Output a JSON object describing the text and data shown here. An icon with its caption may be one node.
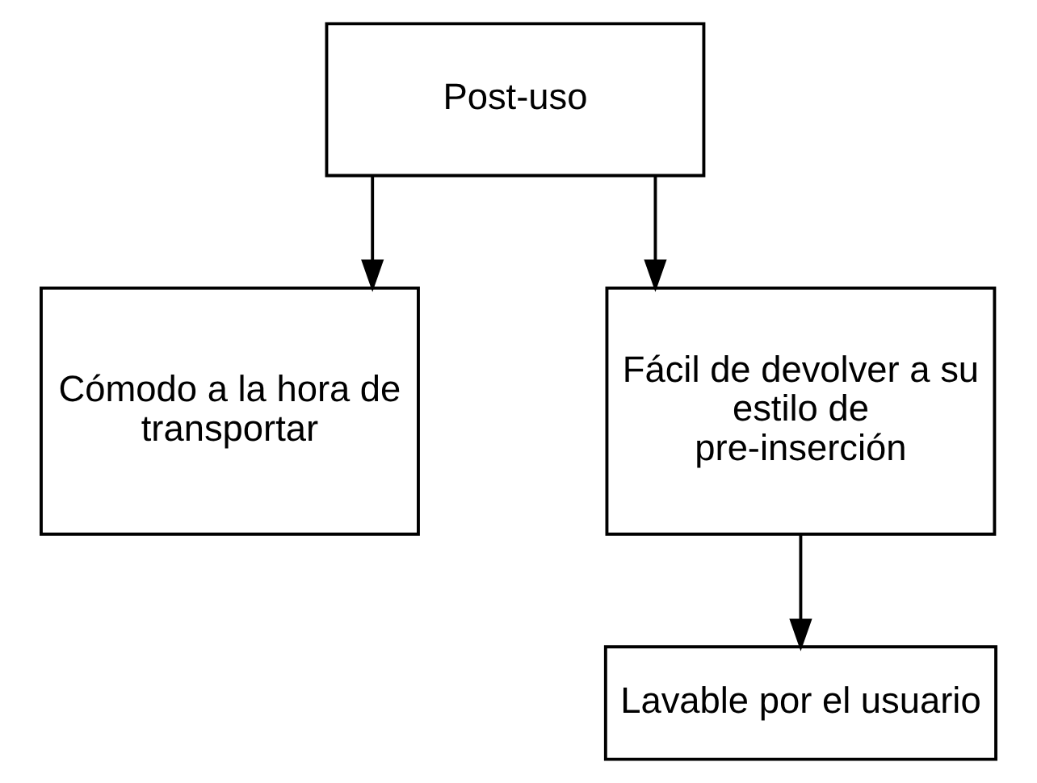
{
  "diagram": {
    "nodes": [
      {
        "text": [
          "Post-uso"
        ]
      },
      {
        "text": [
          "Cómodo a la hora de transportar"
        ]
      },
      {
        "text": [
          "Fácil de devolver a su estilo de pre-inserción"
        ]
      },
      {
        "text": [
          "Lavable por el usuario"
        ]
      }
    ],
    "edges": [
      {
        "from": 0,
        "to": 1,
        "arrow": "to"
      },
      {
        "from": 0,
        "to": 2,
        "arrow": "to"
      },
      {
        "from": 2,
        "to": 3,
        "arrow": "to"
      }
    ]
  }
}
